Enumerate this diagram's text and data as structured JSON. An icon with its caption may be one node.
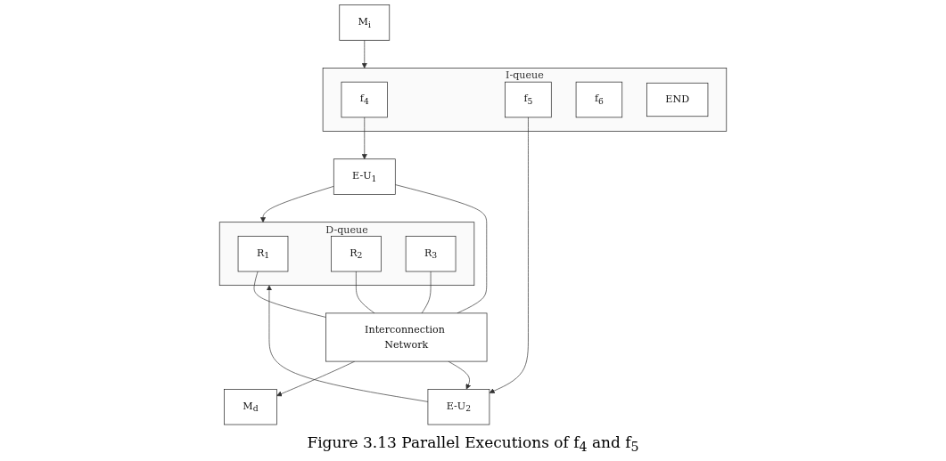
{
  "diagram": {
    "caption": "Figure 3.13 Parallel Executions of f$_{4}$ and f$_{5}$",
    "nodes": [
      {
        "text": [
          "D-queue"
        ]
      },
      {
        "text": [
          "R$_{1}$"
        ],
        "in": 0
      },
      {
        "text": [
          "R$_{2}$"
        ],
        "in": 0
      },
      {
        "text": [
          "R$_{3}$"
        ],
        "in": 0
      },
      {
        "text": [
          "Interconnection Network"
        ]
      },
      {
        "text": [
          "M$_{d}$"
        ]
      },
      {
        "text": [
          "E-U$_{1}$"
        ]
      },
      {
        "text": [
          "E-U$_{2}$"
        ]
      },
      {
        "text": [
          "M$_{i}$"
        ]
      },
      {
        "text": [
          "I-queue"
        ]
      },
      {
        "text": [
          "f$_{4}$"
        ],
        "in": 9
      },
      {
        "text": [
          "f$_{5}$"
        ],
        "in": 9
      },
      {
        "text": [
          "f$_{6}$"
        ],
        "in": 9
      },
      {
        "text": [
          "END"
        ],
        "in": 9
      }
    ],
    "edges": [
      {
        "from": 1,
        "to": 4,
        "arrow": "none"
      },
      {
        "from": 2,
        "to": 4,
        "arrow": "none"
      },
      {
        "from": 3,
        "to": 4,
        "arrow": "none"
      },
      {
        "from": 4,
        "to": 5,
        "arrow": "to"
      },
      {
        "from": 4,
        "to": 6,
        "arrow": "none"
      },
      {
        "from": 4,
        "to": 7,
        "arrow": "to"
      },
      {
        "from": 6,
        "to": 0,
        "arrow": "to"
      },
      {
        "from": 7,
        "to": 0,
        "arrow": "to"
      },
      {
        "from": 10,
        "to": 6,
        "arrow": "to"
      },
      {
        "from": 11,
        "to": 7,
        "arrow": "to"
      },
      {
        "from": 8,
        "to": 9,
        "arrow": "to"
      }
    ]
  }
}
